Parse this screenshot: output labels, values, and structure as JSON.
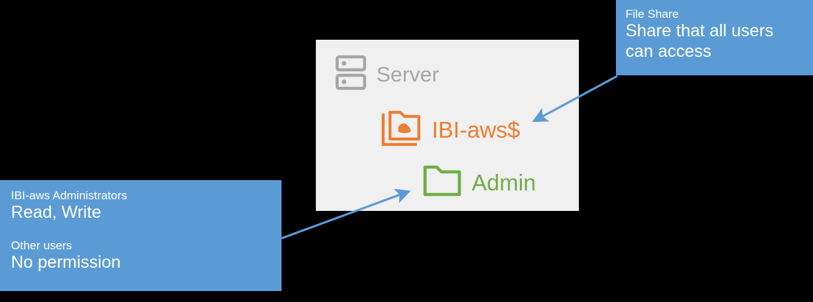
{
  "diagram": {
    "background_color": "#000000",
    "server_panel": {
      "background_color": "#F0F0F0",
      "nodes": [
        {
          "id": "server",
          "label": "Server",
          "icon": "server-icon",
          "color": "#A6A6A6"
        },
        {
          "id": "file-share",
          "label": "IBI-aws$",
          "icon": "cloud-folder-icon",
          "color": "#ED7D31"
        },
        {
          "id": "admin-folder",
          "label": "Admin",
          "icon": "folder-icon",
          "color": "#70AD47"
        }
      ]
    },
    "callouts": [
      {
        "id": "file-share-callout",
        "background_color": "#5B9BD5",
        "text_color": "#FFFFFF",
        "groups": [
          {
            "heading": "File Share",
            "lines": [
              "Share that all users",
              "can access"
            ]
          }
        ]
      },
      {
        "id": "permissions-callout",
        "background_color": "#5B9BD5",
        "text_color": "#FFFFFF",
        "groups": [
          {
            "heading": "IBI-aws Administrators",
            "lines": [
              "Read, Write"
            ]
          },
          {
            "heading": "Other users",
            "lines": [
              "No permission"
            ]
          }
        ]
      }
    ],
    "connectors": [
      {
        "id": "fileshare-connector",
        "from": "file-share-callout",
        "to": "file-share",
        "color": "#5B9BD5"
      },
      {
        "id": "permissions-connector",
        "from": "permissions-callout",
        "to": "admin-folder",
        "color": "#5B9BD5"
      }
    ]
  }
}
